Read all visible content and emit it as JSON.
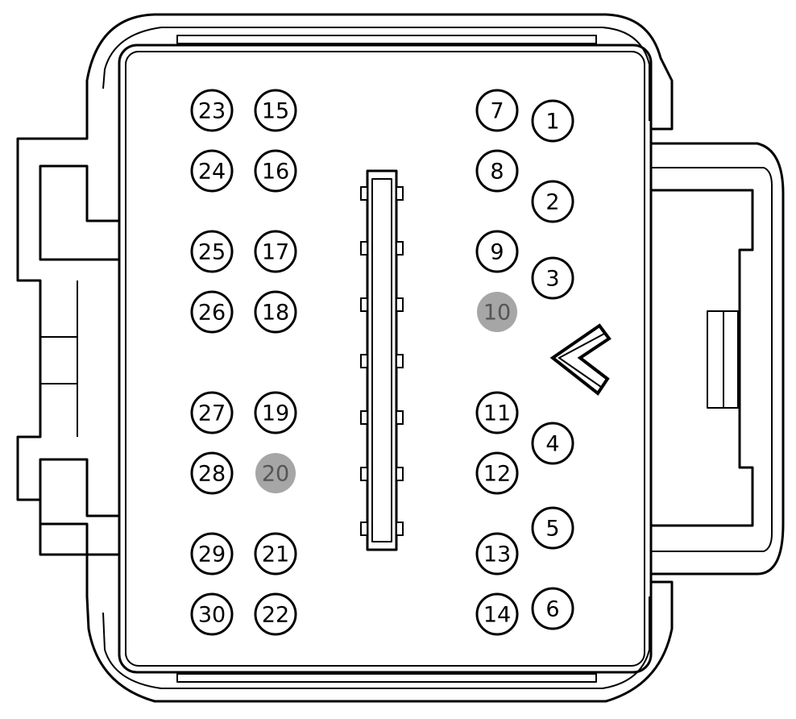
{
  "pins": [
    {
      "label": "1",
      "state": "active"
    },
    {
      "label": "2",
      "state": "active"
    },
    {
      "label": "3",
      "state": "active"
    },
    {
      "label": "4",
      "state": "active"
    },
    {
      "label": "5",
      "state": "active"
    },
    {
      "label": "6",
      "state": "active"
    },
    {
      "label": "7",
      "state": "active"
    },
    {
      "label": "8",
      "state": "active"
    },
    {
      "label": "9",
      "state": "active"
    },
    {
      "label": "10",
      "state": "empty"
    },
    {
      "label": "11",
      "state": "active"
    },
    {
      "label": "12",
      "state": "active"
    },
    {
      "label": "13",
      "state": "active"
    },
    {
      "label": "14",
      "state": "active"
    },
    {
      "label": "15",
      "state": "active"
    },
    {
      "label": "16",
      "state": "active"
    },
    {
      "label": "17",
      "state": "active"
    },
    {
      "label": "18",
      "state": "active"
    },
    {
      "label": "19",
      "state": "active"
    },
    {
      "label": "20",
      "state": "empty"
    },
    {
      "label": "21",
      "state": "active"
    },
    {
      "label": "22",
      "state": "active"
    },
    {
      "label": "23",
      "state": "active"
    },
    {
      "label": "24",
      "state": "active"
    },
    {
      "label": "25",
      "state": "active"
    },
    {
      "label": "26",
      "state": "active"
    },
    {
      "label": "27",
      "state": "active"
    },
    {
      "label": "28",
      "state": "active"
    },
    {
      "label": "29",
      "state": "active"
    },
    {
      "label": "30",
      "state": "active"
    }
  ],
  "colors": {
    "outline": "#000000",
    "active_fill": "#ffffff",
    "active_text": "#000000",
    "empty_fill": "#a6a6a6",
    "empty_text": "#555555"
  }
}
